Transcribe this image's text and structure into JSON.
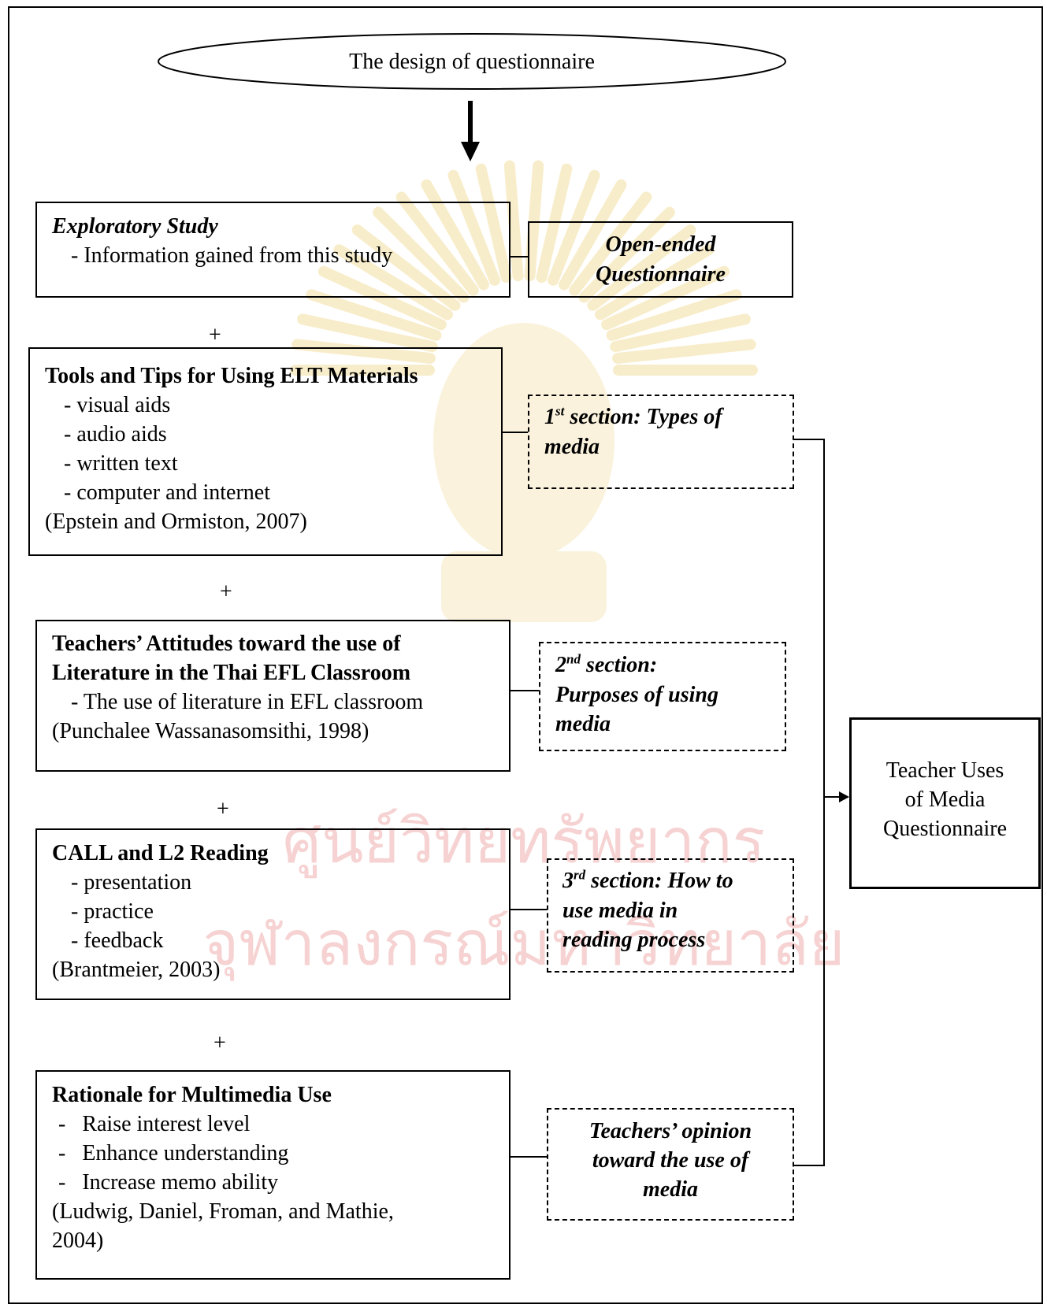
{
  "title": "The design of questionnaire",
  "exploratory": {
    "heading": "Exploratory Study",
    "items": [
      "- Information gained from this study"
    ]
  },
  "open_ended": {
    "line1": "Open-ended",
    "line2": "Questionnaire"
  },
  "tools": {
    "heading": "Tools and Tips for Using ELT Materials",
    "items": [
      "- visual aids",
      "- audio aids",
      "- written text",
      "- computer and internet"
    ],
    "citation": "(Epstein and Ormiston, 2007)"
  },
  "section1": {
    "num": "1",
    "sup": "st",
    "line1_rest": " section: Types of",
    "line2": "media"
  },
  "attitudes": {
    "heading_line1": "Teachers’ Attitudes toward the use of",
    "heading_line2": "Literature in the Thai EFL Classroom",
    "items": [
      "- The use of literature in EFL classroom"
    ],
    "citation": "(Punchalee Wassanasomsithi, 1998)"
  },
  "section2": {
    "num": "2",
    "sup": "nd",
    "line1_rest": " section:",
    "line2": "Purposes of using",
    "line3": "media"
  },
  "call": {
    "heading": "CALL and L2 Reading",
    "items": [
      "- presentation",
      "- practice",
      "- feedback"
    ],
    "citation": "(Brantmeier, 2003)"
  },
  "section3": {
    "num": "3",
    "sup": "rd",
    "line1_rest": " section: How to",
    "line2": "use media in",
    "line3": "reading process"
  },
  "rationale": {
    "heading": "Rationale for Multimedia Use",
    "items": [
      "-   Raise interest level",
      "-   Enhance understanding",
      "-   Increase memo ability"
    ],
    "citation_line1": "(Ludwig, Daniel, Froman, and Mathie,",
    "citation_line2": "2004)"
  },
  "opinion": {
    "line1": "Teachers’ opinion",
    "line2": "toward the use of",
    "line3": "media"
  },
  "result": {
    "line1": "Teacher Uses",
    "line2": "of Media",
    "line3": "Questionnaire"
  },
  "plus_sign": "+",
  "watermark": {
    "line1": "ศูนย์วิทยทรัพยากร",
    "line2": "จุฬาลงกรณ์มหาวิทยาลัย",
    "color": "#f3dfa0",
    "text_color": "#f6d2d2"
  }
}
